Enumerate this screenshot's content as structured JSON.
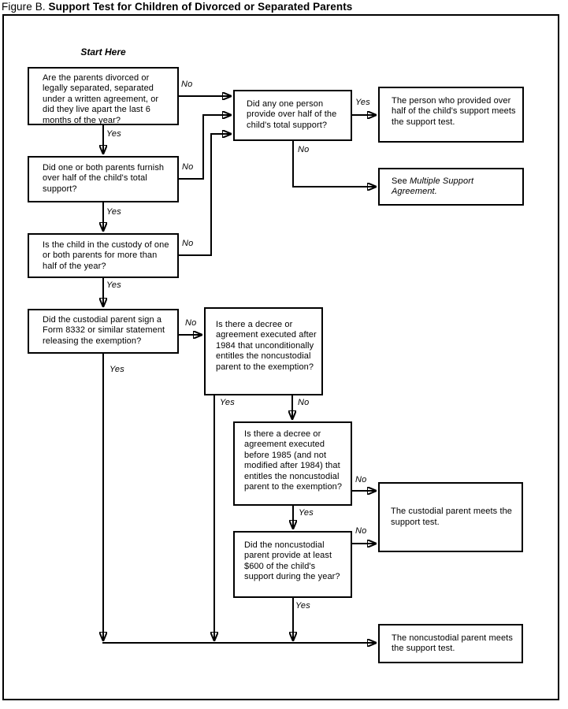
{
  "title": {
    "figure": "Figure B.",
    "text": "Support Test for Children of Divorced or Separated Parents"
  },
  "start_here": "Start Here",
  "nodes": {
    "q1": "Are the parents divorced or legally separated, separated under a written agreement, or did they live apart the last 6 months of the year?",
    "q2": "Did one or both parents furnish over half of the child's total support?",
    "q3": "Is the child in the custody of one or both parents for more than half of the year?",
    "q4": "Did the custodial parent sign a Form 8332 or similar statement releasing the exemption?",
    "q5": "Did any one person provide over half of the child's total support?",
    "q6": "Is there a decree or agreement executed after 1984 that unconditionally entitles the noncustodial parent to the exemption?",
    "q7": "Is there a decree or agreement executed before 1985 (and not modified after 1984) that entitles the noncustodial parent to the exemption?",
    "q8": "Did the noncustodial parent provide at least $600 of the child's support during the year?",
    "r1": "The person who provided over half of the child's support meets the support test.",
    "r2_prefix": "See ",
    "r2_italic": "Multiple Support Agreement.",
    "r3": "The custodial parent meets the support test.",
    "r4": "The noncustodial parent meets the support test."
  },
  "edge_labels": {
    "q1_no": "No",
    "q1_yes": "Yes",
    "q2_no": "No",
    "q2_yes": "Yes",
    "q3_no": "No",
    "q3_yes": "Yes",
    "q4_no": "No",
    "q4_yes": "Yes",
    "q5_yes": "Yes",
    "q5_no": "No",
    "q6_yes": "Yes",
    "q6_no": "No",
    "q7_no": "No",
    "q7_yes": "Yes",
    "q8_no": "No",
    "q8_yes": "Yes"
  },
  "colors": {
    "line": "#000000",
    "background": "#ffffff"
  }
}
